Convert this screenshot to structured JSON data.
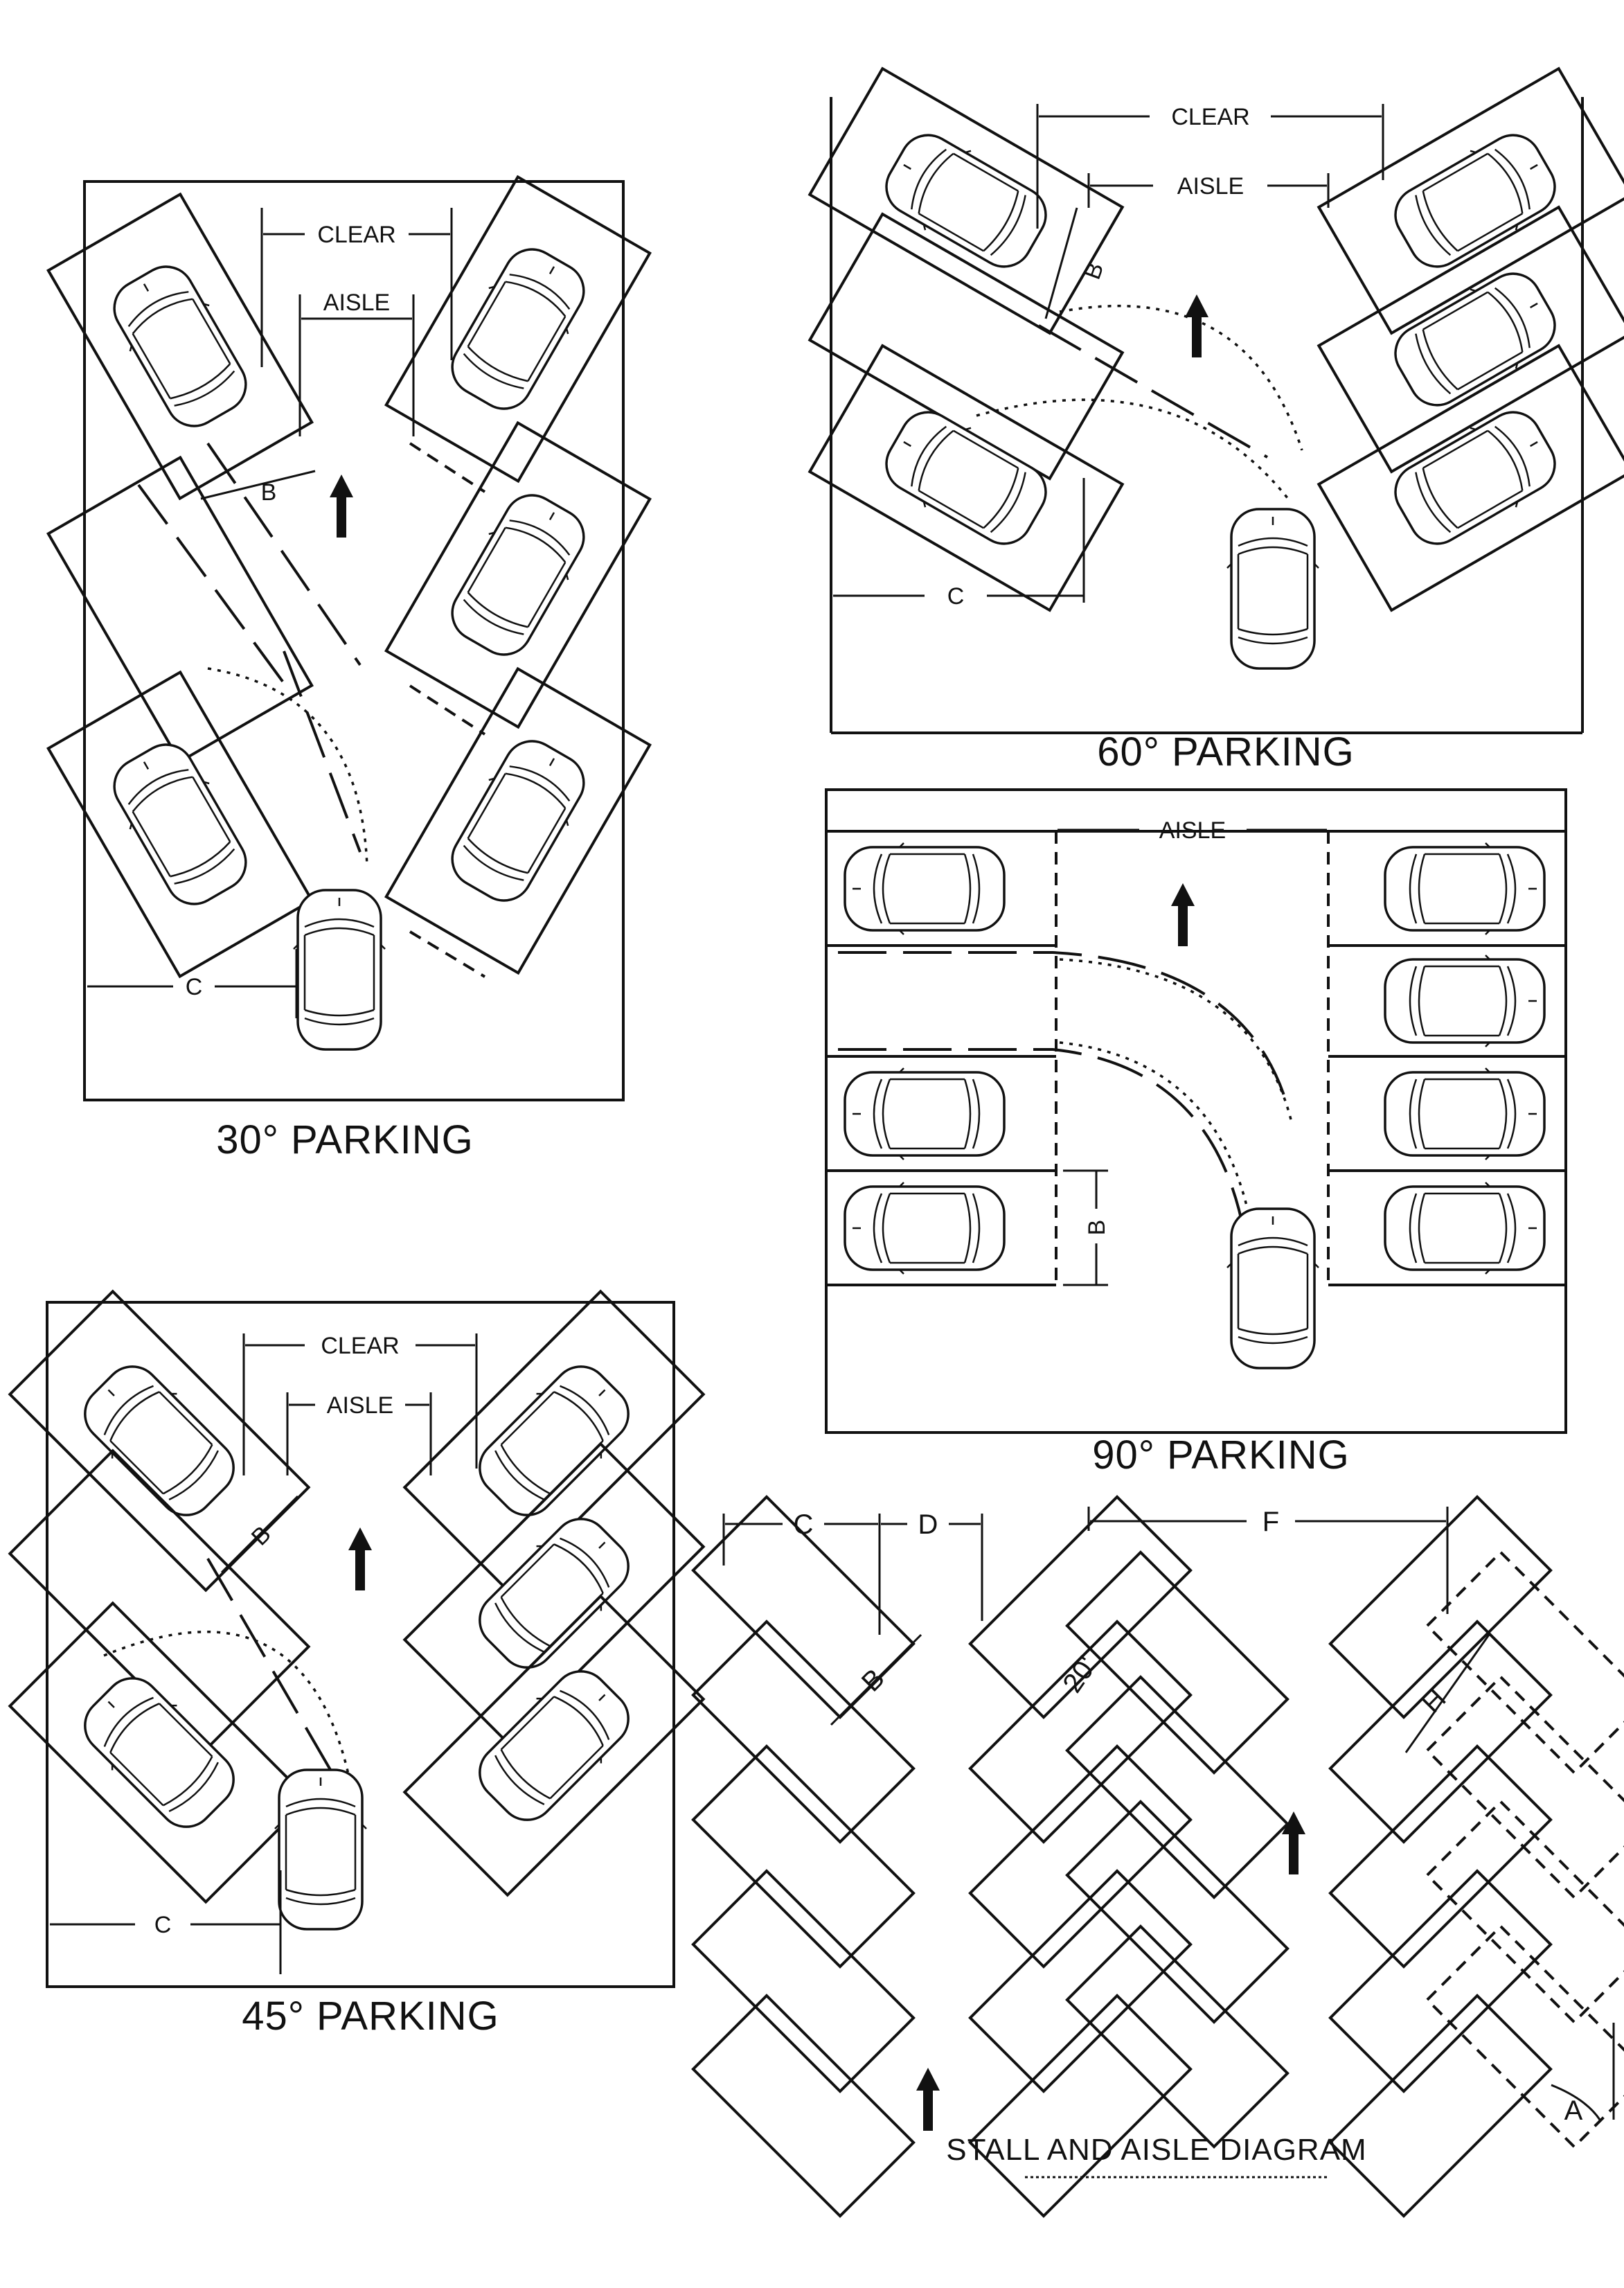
{
  "diagrams": {
    "p30": {
      "caption": "30° PARKING",
      "clear": "CLEAR",
      "aisle": "AISLE",
      "b": "B",
      "c": "C"
    },
    "p60": {
      "caption": "60° PARKING",
      "clear": "CLEAR",
      "aisle": "AISLE",
      "b": "B",
      "c": "C"
    },
    "p90": {
      "caption": "90° PARKING",
      "aisle": "AISLE",
      "b": "B"
    },
    "p45": {
      "caption": "45° PARKING",
      "clear": "CLEAR",
      "aisle": "AISLE",
      "b": "B",
      "c": "C"
    },
    "stall": {
      "caption": "STALL AND AISLE DIAGRAM",
      "c": "C",
      "d": "D",
      "f": "F",
      "b": "B",
      "h": "H",
      "a": "A",
      "length": "20'"
    }
  },
  "colors": {
    "ink": "#111111",
    "paper": "#ffffff"
  }
}
